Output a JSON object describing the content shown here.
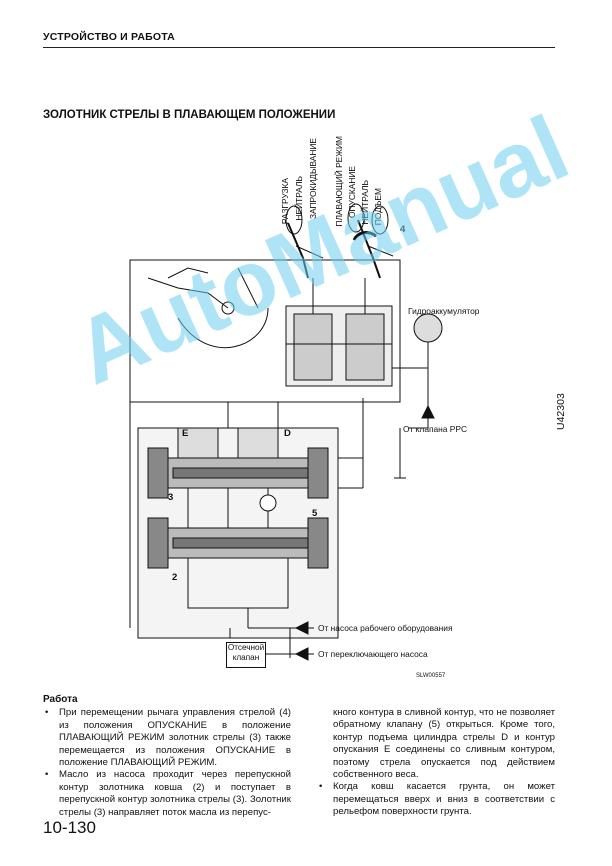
{
  "header": {
    "section": "УСТРОЙСТВО И РАБОТА"
  },
  "title": "ЗОЛОТНИК СТРЕЛЫ В ПЛАВАЮЩЕМ ПОЛОЖЕНИИ",
  "side_code": "U42303",
  "watermark": "AutoManual",
  "diagram": {
    "lever_positions_left": [
      "РАЗГРУЗКА",
      "НЕЙТРАЛЬ",
      "ЗАПРОКИДЫВАНИЕ"
    ],
    "lever_positions_right": [
      "ПЛАВАЮЩИЙ РЕЖИМ",
      "ОПУСКАНИЕ",
      "НЕЙТРАЛЬ",
      "ПОДЪЕМ"
    ],
    "accumulator_label": "Гидроаккумулятор",
    "ppc_label": "От клапана PPC",
    "pump_label": "От насоса рабочего оборудования",
    "switch_pump_label": "От переключающего насоса",
    "cutoff_valve": [
      "Отсечной",
      "клапан"
    ],
    "marks": {
      "e": "E",
      "d": "D",
      "n2": "2",
      "n3": "3",
      "n4": "4",
      "n5": "5"
    },
    "figure_code": "SLW00557"
  },
  "body": {
    "heading": "Работа",
    "bullets_left": [
      "При перемещении рычага управления стрелой (4) из положения ОПУСКАНИЕ в положение ПЛАВАЮЩИЙ РЕЖИМ золотник стрелы (3) также перемещается из положения ОПУСКАНИЕ в положение ПЛАВАЮЩИЙ РЕЖИМ.",
      "Масло из насоса проходит через перепускной контур золотника ковша (2) и поступает в перепускной контур золотника стрелы (3). Золотник стрелы (3) направляет поток масла из перепус-"
    ],
    "right_continuation": "кного контура в сливной контур, что не позволяет обратному клапану (5) открыться. Кроме того, контур подъема цилиндра стрелы D и контур опускания E соединены со сливным контуром, поэтому стрела опускается под действием собственного веса.",
    "bullets_right": [
      "Когда ковш касается грунта, он может перемещаться вверх и вниз в соответствии с рельефом поверхности грунта."
    ]
  },
  "footer": {
    "page_number": "10-130"
  },
  "colors": {
    "ink": "#111111",
    "watermark": "#6ecdf0"
  }
}
